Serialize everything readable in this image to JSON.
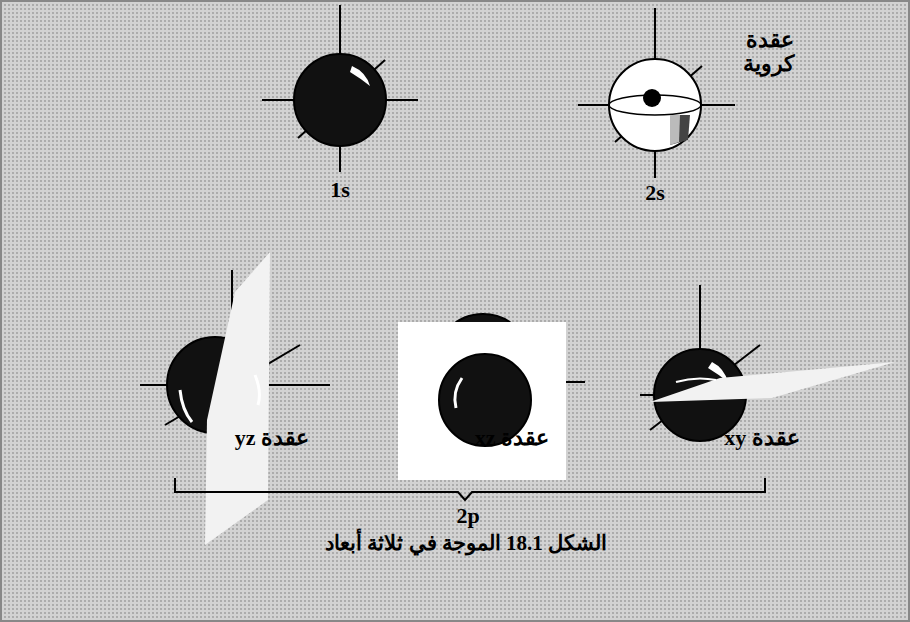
{
  "diagram": {
    "caption": "الشكل 18.1 الموجة في ثلاثة أبعاد",
    "labels": [
      "1s",
      "2s",
      "عقدة كروية",
      "عقدة yz",
      "عقدة xz",
      "عقدة xy",
      "2p"
    ]
  }
}
